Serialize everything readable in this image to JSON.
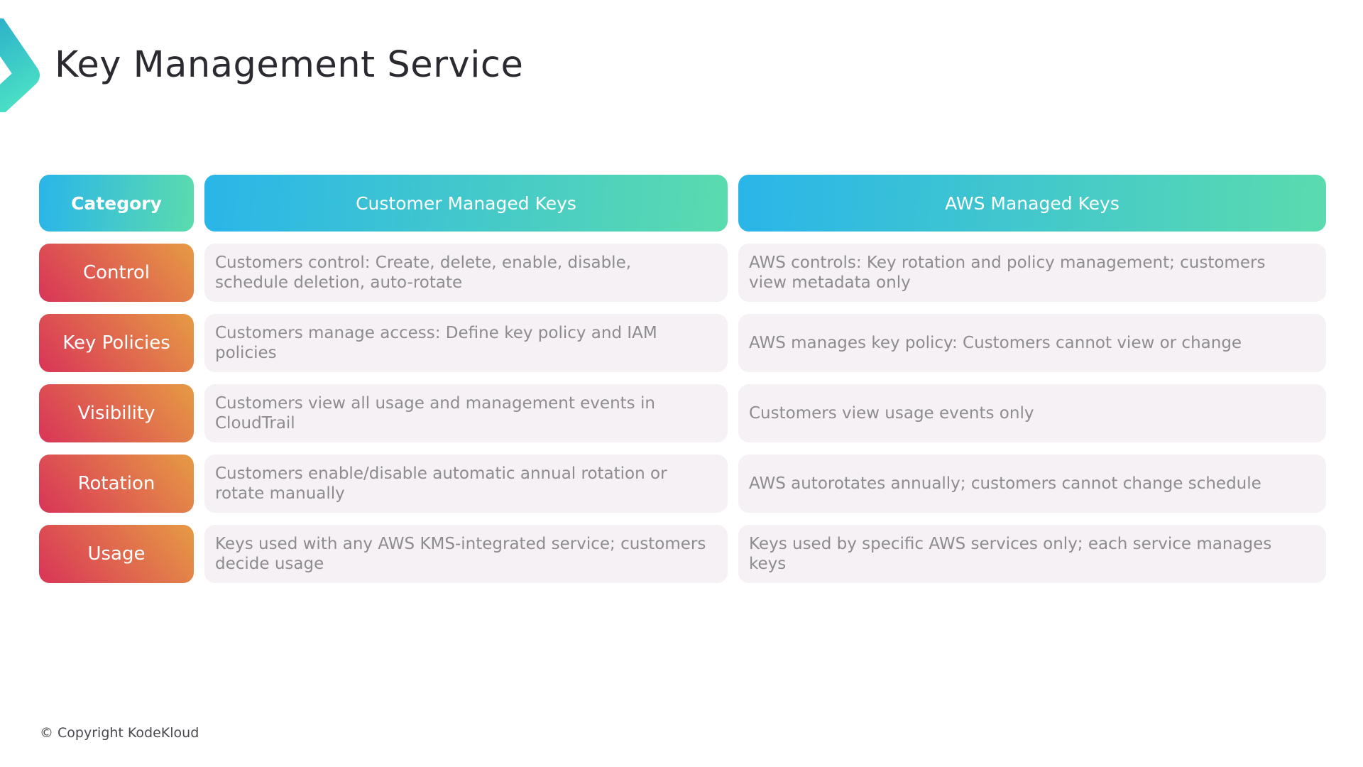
{
  "title": "Key Management Service",
  "logo": {
    "icon": "kodekloud-chevron-icon"
  },
  "colors": {
    "header_gradient_start": "#2ab5e9",
    "header_gradient_end": "#5bdbae",
    "category_gradient_start": "#d93458",
    "category_gradient_end": "#e69b44",
    "body_cell_background": "#f5f1f5",
    "body_cell_text": "#8e8b91",
    "title_text": "#2b2a30",
    "logo_gradient_top": "#2cb0cb",
    "logo_gradient_bottom": "#49ddc5"
  },
  "table": {
    "headers": [
      "Category",
      "Customer Managed Keys",
      "AWS Managed Keys"
    ],
    "rows": [
      {
        "category": "Control",
        "customer": "Customers control: Create, delete, enable, disable, schedule deletion, auto-rotate",
        "aws": "AWS controls: Key rotation and policy management; customers view metadata only"
      },
      {
        "category": "Key Policies",
        "customer": "Customers manage access: Define key policy and IAM policies",
        "aws": "AWS manages key policy: Customers cannot view or change"
      },
      {
        "category": "Visibility",
        "customer": "Customers view all usage and management events in CloudTrail",
        "aws": "Customers view usage events only"
      },
      {
        "category": "Rotation",
        "customer": "Customers enable/disable automatic annual rotation or rotate manually",
        "aws": "AWS autorotates annually; customers cannot change schedule"
      },
      {
        "category": "Usage",
        "customer": "Keys used with any AWS KMS-integrated service; customers decide usage",
        "aws": "Keys used by specific AWS services only; each service manages keys"
      }
    ]
  },
  "footer": {
    "copyright": "© Copyright KodeKloud"
  }
}
